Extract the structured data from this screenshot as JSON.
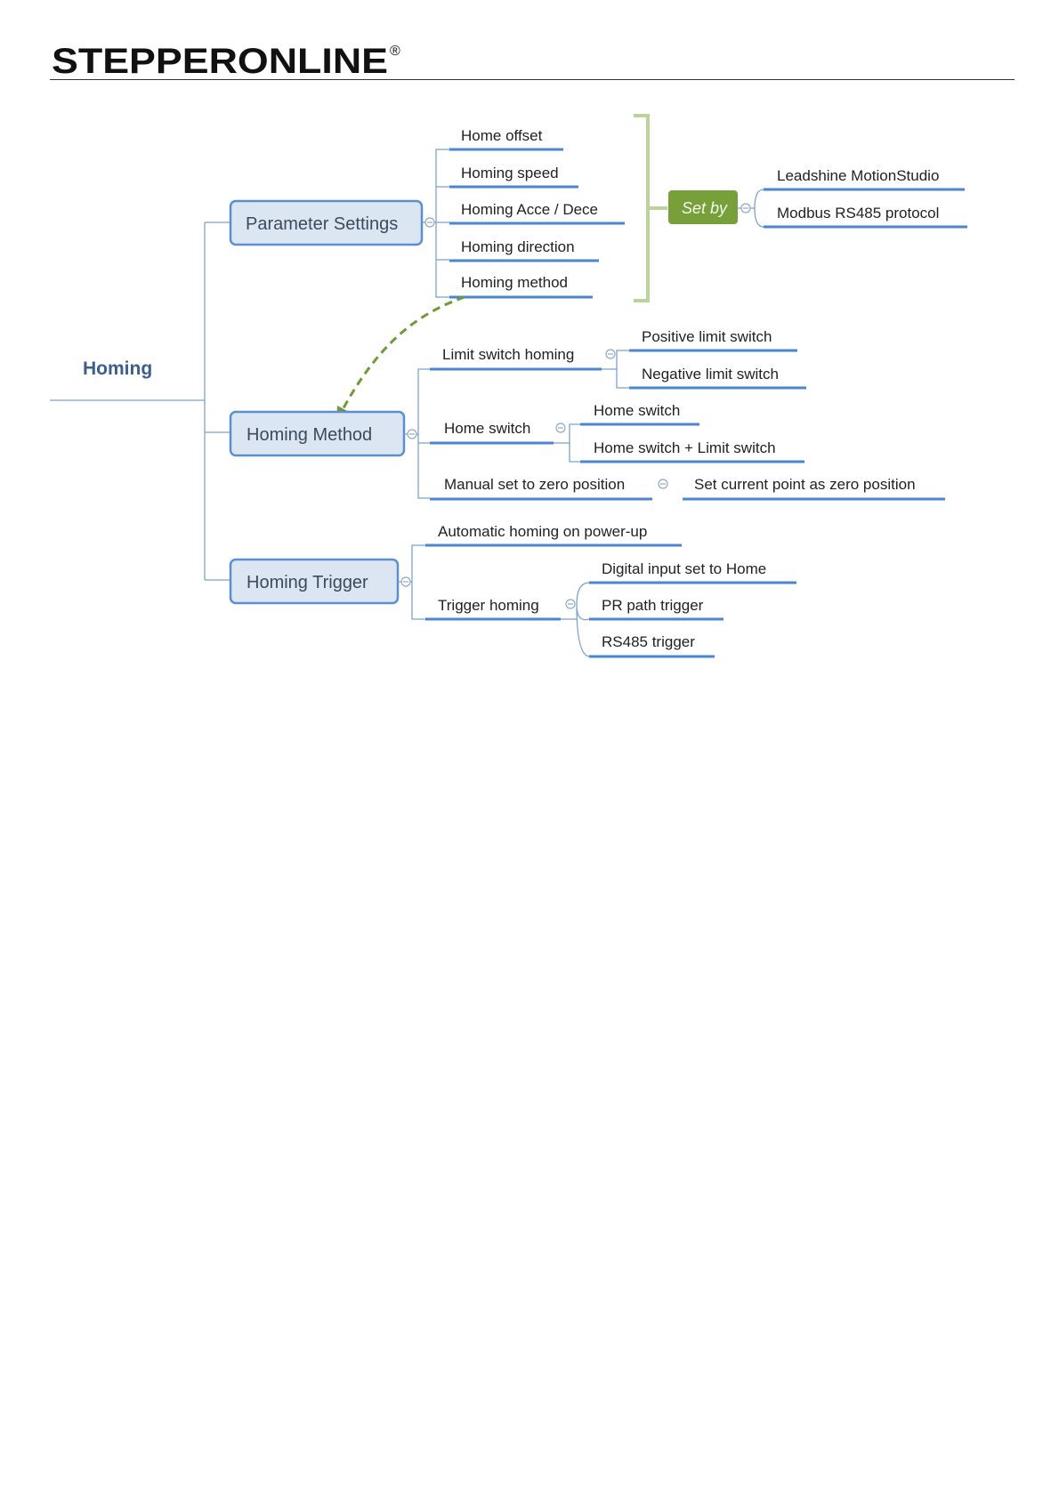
{
  "header": {
    "brand": "STEPPERONLINE",
    "registered_mark": "®"
  },
  "diagram": {
    "root": "Homing",
    "set_by_label": "Set by",
    "branches": [
      {
        "label": "Parameter Settings",
        "items": [
          "Home offset",
          "Homing speed",
          "Homing Acce / Dece",
          "Homing direction",
          "Homing method"
        ]
      },
      {
        "label": "Homing Method",
        "items": [
          {
            "label": "Limit switch homing",
            "children": [
              "Positive limit switch",
              "Negative limit switch"
            ]
          },
          {
            "label": "Home switch",
            "children": [
              "Home switch",
              "Home switch + Limit switch"
            ]
          },
          {
            "label": "Manual set to zero position",
            "children": [
              "Set current point as zero position"
            ]
          }
        ]
      },
      {
        "label": "Homing Trigger",
        "items": [
          {
            "label": "Automatic homing on power-up",
            "children": []
          },
          {
            "label": "Trigger homing",
            "children": [
              "Digital input set to Home",
              "PR path trigger",
              "RS485 trigger"
            ]
          }
        ]
      }
    ],
    "set_by_targets": [
      "Leadshine MotionStudio",
      "Modbus RS485 protocol"
    ],
    "colors": {
      "node_fill": "#dce6f2",
      "node_border": "#5b8fd3",
      "underline": "#4a86d1",
      "connector": "#7ea2cf",
      "set_by_fill": "#78a03a",
      "bracket": "#b9d39a",
      "arrow": "#6e9a3a",
      "root_text": "#3a5f8f"
    }
  }
}
